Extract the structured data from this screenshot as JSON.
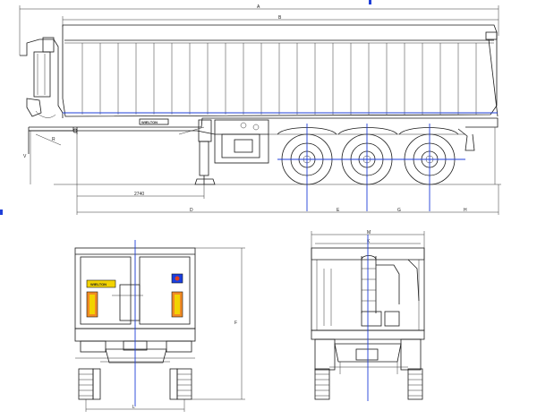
{
  "brand": {
    "name": "WIELTON",
    "rear_plate_text": "WIELTON",
    "colors": {
      "brand_yellow": "#f2d300",
      "light_red": "#e04020",
      "light_orange": "#f08a24",
      "rear_blue": "#1b3fe0"
    }
  },
  "colors": {
    "axis_lines": "#1f3fd8",
    "line": "#1a1a1a",
    "background": "#ffffff"
  },
  "side_view": {
    "dimensions": {
      "overall_length": "A",
      "body_length": "B",
      "front_height": "R",
      "support_height": "V",
      "kingpin_to_support": "2740",
      "kingpin_to_axle": "D",
      "axle_spacing_1": "E",
      "axle_spacing_2": "G",
      "rear_overhang": "H"
    },
    "axles": [
      "axle-1",
      "axle-2",
      "axle-3"
    ]
  },
  "rear_view": {
    "dimensions": {
      "overall_height": "F",
      "track_width": "L"
    }
  },
  "front_view": {
    "dimensions": {
      "overall_width": "M",
      "body_width": "K"
    }
  }
}
